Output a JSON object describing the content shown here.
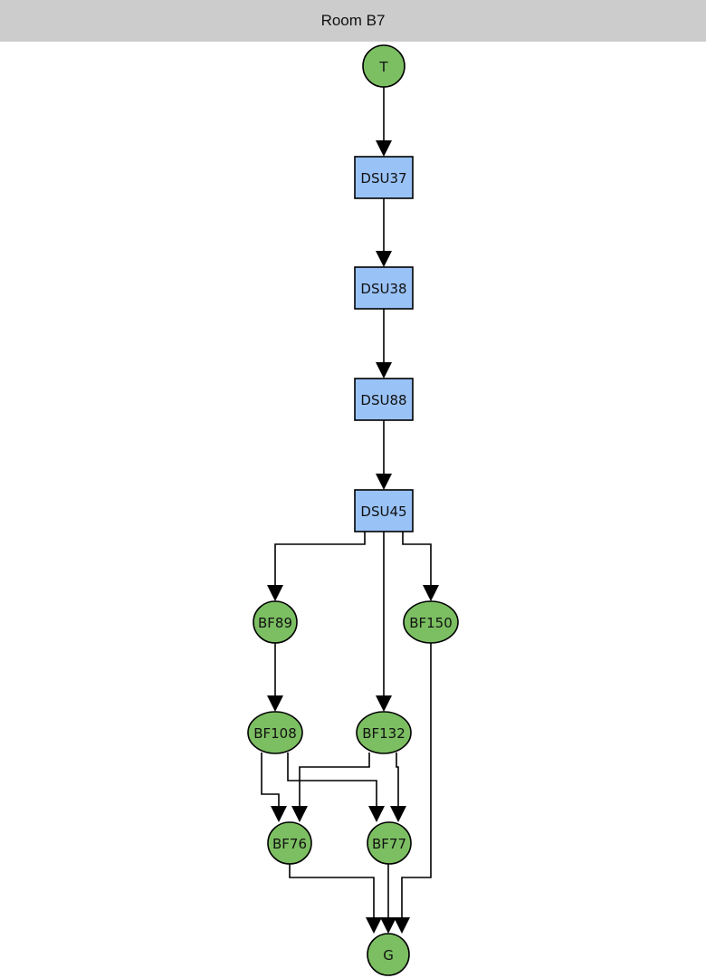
{
  "header": {
    "title": "Room B7"
  },
  "colors": {
    "circle_fill": "#7cbf62",
    "box_fill": "#99c2f7",
    "stroke": "#000000",
    "header_bg": "#cccccc"
  },
  "nodes": [
    {
      "id": "T",
      "label": "T",
      "shape": "circle"
    },
    {
      "id": "DSU37",
      "label": "DSU37",
      "shape": "box"
    },
    {
      "id": "DSU38",
      "label": "DSU38",
      "shape": "box"
    },
    {
      "id": "DSU88",
      "label": "DSU88",
      "shape": "box"
    },
    {
      "id": "DSU45",
      "label": "DSU45",
      "shape": "box"
    },
    {
      "id": "BF89",
      "label": "BF89",
      "shape": "ellipse"
    },
    {
      "id": "BF150",
      "label": "BF150",
      "shape": "ellipse"
    },
    {
      "id": "BF108",
      "label": "BF108",
      "shape": "ellipse"
    },
    {
      "id": "BF132",
      "label": "BF132",
      "shape": "ellipse"
    },
    {
      "id": "BF76",
      "label": "BF76",
      "shape": "ellipse"
    },
    {
      "id": "BF77",
      "label": "BF77",
      "shape": "ellipse"
    },
    {
      "id": "G",
      "label": "G",
      "shape": "circle"
    }
  ],
  "edges": [
    {
      "from": "T",
      "to": "DSU37"
    },
    {
      "from": "DSU37",
      "to": "DSU38"
    },
    {
      "from": "DSU38",
      "to": "DSU88"
    },
    {
      "from": "DSU88",
      "to": "DSU45"
    },
    {
      "from": "DSU45",
      "to": "BF89"
    },
    {
      "from": "DSU45",
      "to": "BF132"
    },
    {
      "from": "DSU45",
      "to": "BF150"
    },
    {
      "from": "BF89",
      "to": "BF108"
    },
    {
      "from": "BF108",
      "to": "BF76"
    },
    {
      "from": "BF108",
      "to": "BF77"
    },
    {
      "from": "BF132",
      "to": "BF76"
    },
    {
      "from": "BF132",
      "to": "BF77"
    },
    {
      "from": "BF76",
      "to": "G"
    },
    {
      "from": "BF77",
      "to": "G"
    },
    {
      "from": "BF150",
      "to": "G"
    }
  ]
}
